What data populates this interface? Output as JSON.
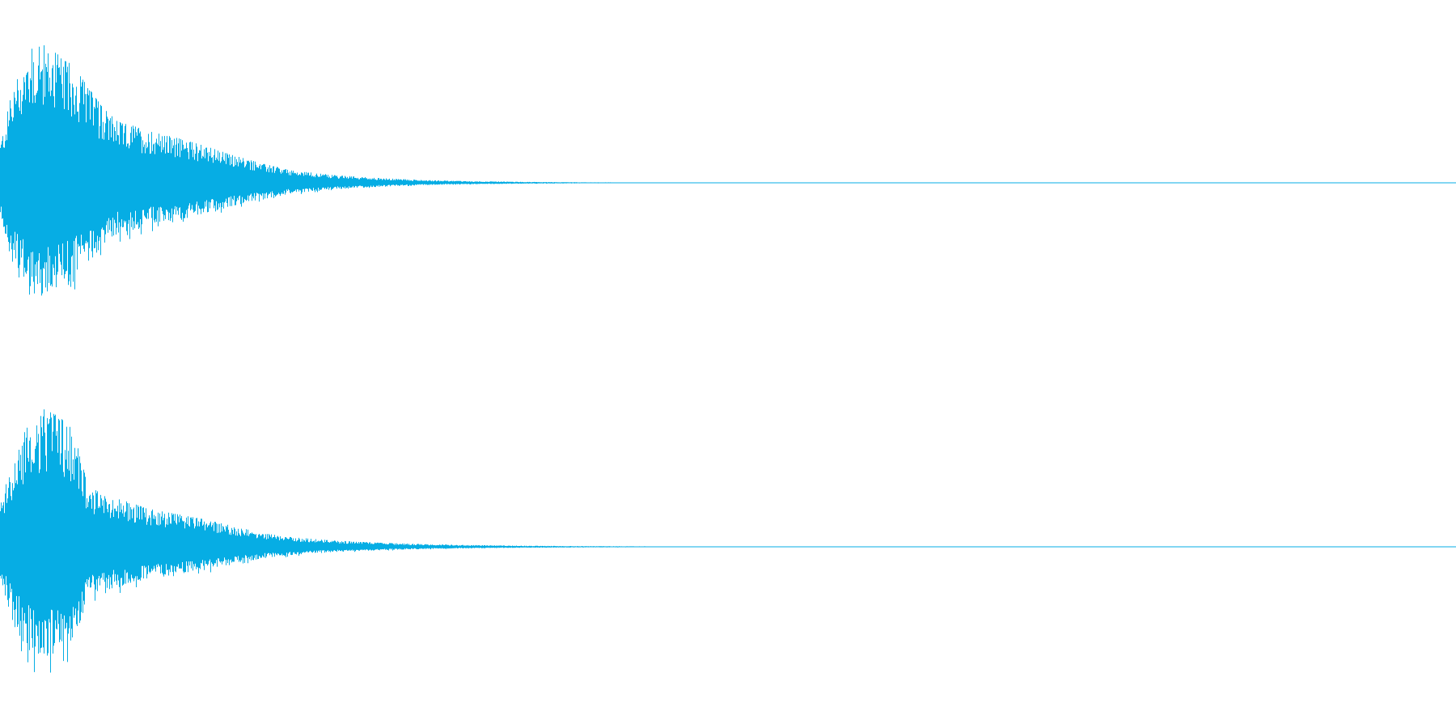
{
  "colors": {
    "background": "#ffffff",
    "waveform": "#06ade4"
  },
  "chart_data": {
    "type": "waveform",
    "channels": 2,
    "title": "",
    "xlabel": "",
    "ylabel": "",
    "grid": false,
    "ylim": [
      -1,
      1
    ],
    "x_range": [
      0,
      1
    ],
    "series": [
      {
        "x": [
          0.0,
          0.01,
          0.02,
          0.03,
          0.04,
          0.05,
          0.06,
          0.07,
          0.08,
          0.09,
          0.1,
          0.12,
          0.14,
          0.16,
          0.18,
          0.2,
          0.23,
          0.26,
          0.29,
          0.32,
          0.36,
          0.4,
          0.45,
          0.5,
          0.55,
          1.0
        ],
        "envelope": [
          0.3,
          0.75,
          0.97,
          1.0,
          0.93,
          0.85,
          0.7,
          0.55,
          0.45,
          0.42,
          0.38,
          0.33,
          0.27,
          0.2,
          0.14,
          0.09,
          0.055,
          0.035,
          0.02,
          0.012,
          0.007,
          0.004,
          0.002,
          0.001,
          0.0,
          0.0
        ]
      },
      {
        "x": [
          0.0,
          0.01,
          0.02,
          0.03,
          0.04,
          0.05,
          0.06,
          0.07,
          0.08,
          0.09,
          0.1,
          0.12,
          0.14,
          0.16,
          0.18,
          0.2,
          0.23,
          0.26,
          0.29,
          0.32,
          0.36,
          0.4,
          0.45,
          0.5,
          0.55,
          1.0
        ],
        "envelope": [
          0.3,
          0.7,
          0.9,
          1.0,
          0.95,
          0.85,
          0.45,
          0.38,
          0.35,
          0.32,
          0.28,
          0.24,
          0.2,
          0.15,
          0.1,
          0.07,
          0.045,
          0.03,
          0.02,
          0.013,
          0.008,
          0.005,
          0.003,
          0.001,
          0.0,
          0.0
        ]
      }
    ]
  }
}
